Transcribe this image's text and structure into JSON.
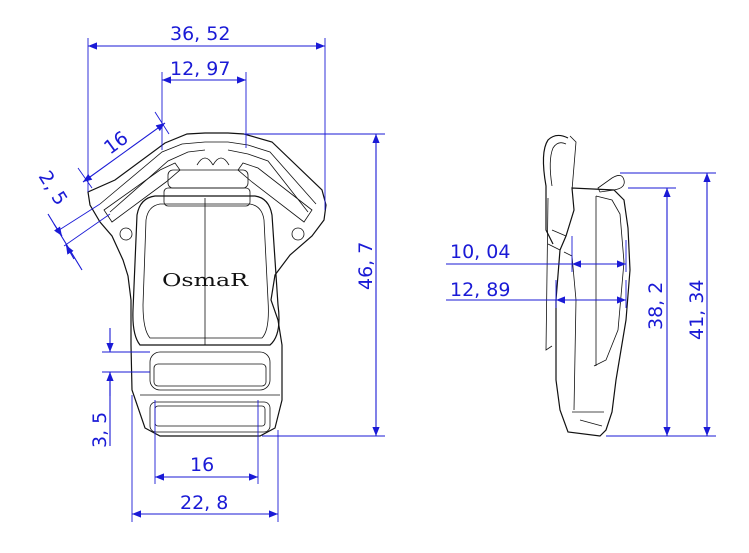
{
  "drawing": {
    "logo_text": "OsmaR",
    "colors": {
      "dimension": "#1a1ad6",
      "outline": "#111111",
      "background": "#ffffff"
    }
  },
  "front_view": {
    "dims": {
      "overall_width": "36, 52",
      "top_width": "12, 97",
      "arm_length": "16",
      "arm_thickness": "2, 5",
      "overall_height": "46, 7",
      "slot_height": "3, 5",
      "slot_width": "16",
      "bottom_width": "22, 8"
    }
  },
  "side_view": {
    "dims": {
      "thickness_a": "10, 04",
      "thickness_b": "12, 89",
      "height_a": "38, 2",
      "height_b": "41, 34"
    }
  }
}
